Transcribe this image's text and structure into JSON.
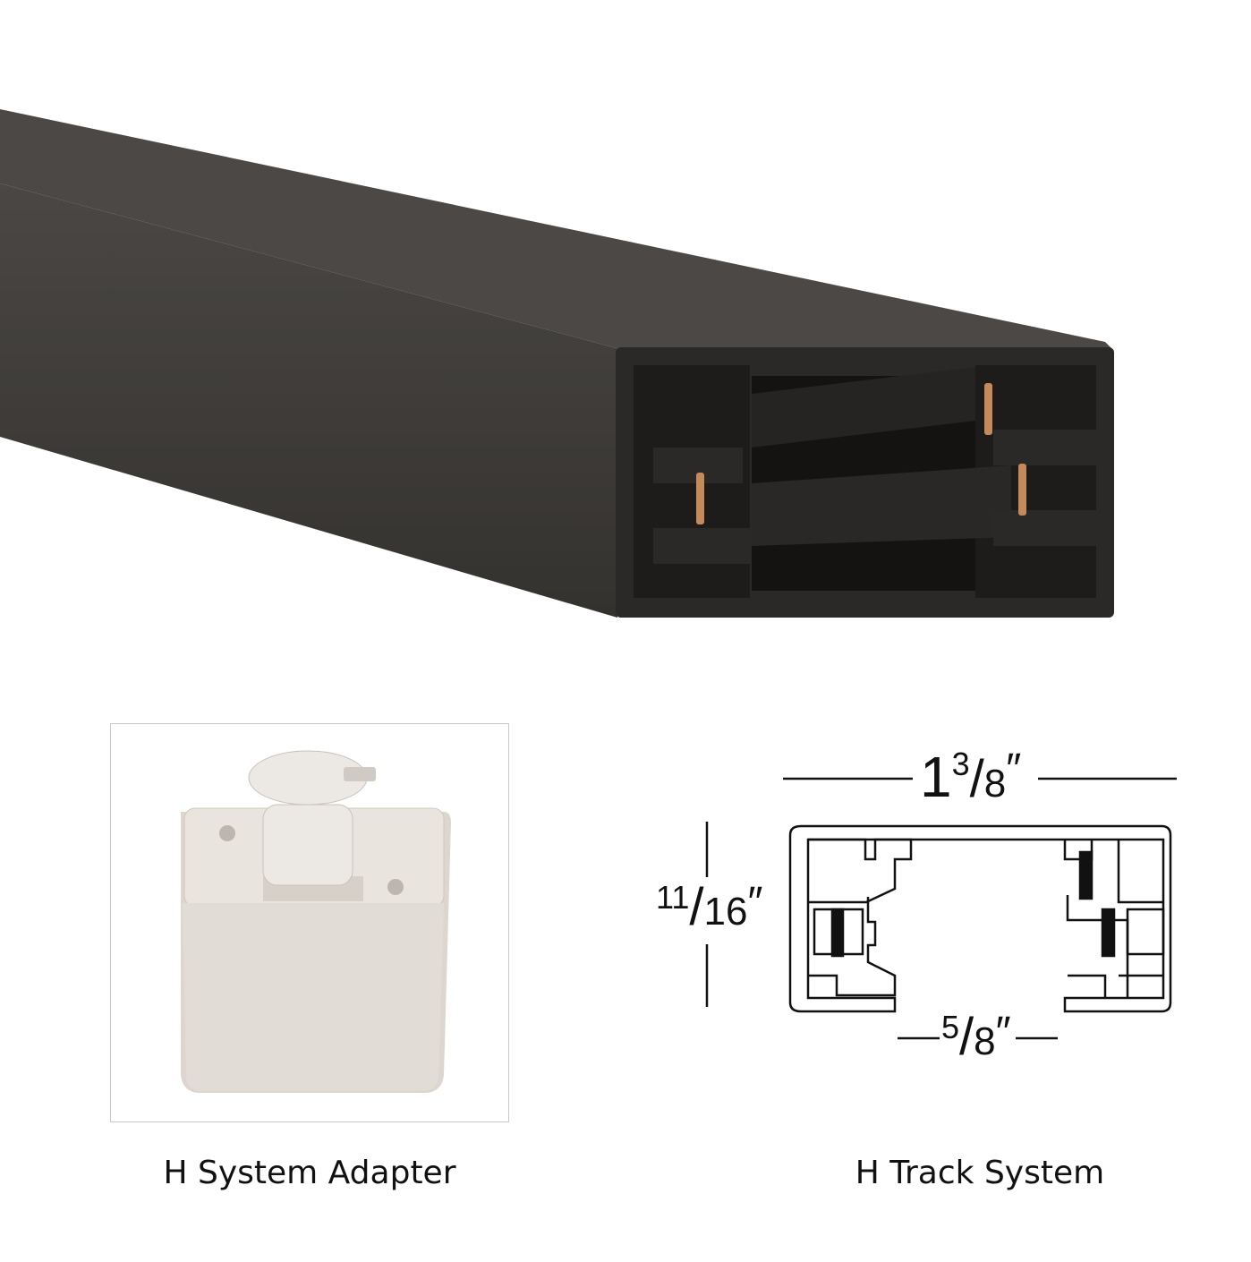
{
  "product": {
    "main_image": "black-h-track-section",
    "colors": {
      "track": "#3c3a37",
      "end_face": "#2b2927",
      "contact": "#c58a5a",
      "adapter": "#e6e0da"
    }
  },
  "adapter": {
    "caption": "H System Adapter"
  },
  "track_system": {
    "caption": "H Track System",
    "dimensions": {
      "width": {
        "whole": "1",
        "num": "3",
        "den": "8",
        "unit": "″"
      },
      "height": {
        "whole": "",
        "num": "11",
        "den": "16",
        "unit": "″"
      },
      "opening": {
        "whole": "",
        "num": "5",
        "den": "8",
        "unit": "″"
      }
    }
  }
}
